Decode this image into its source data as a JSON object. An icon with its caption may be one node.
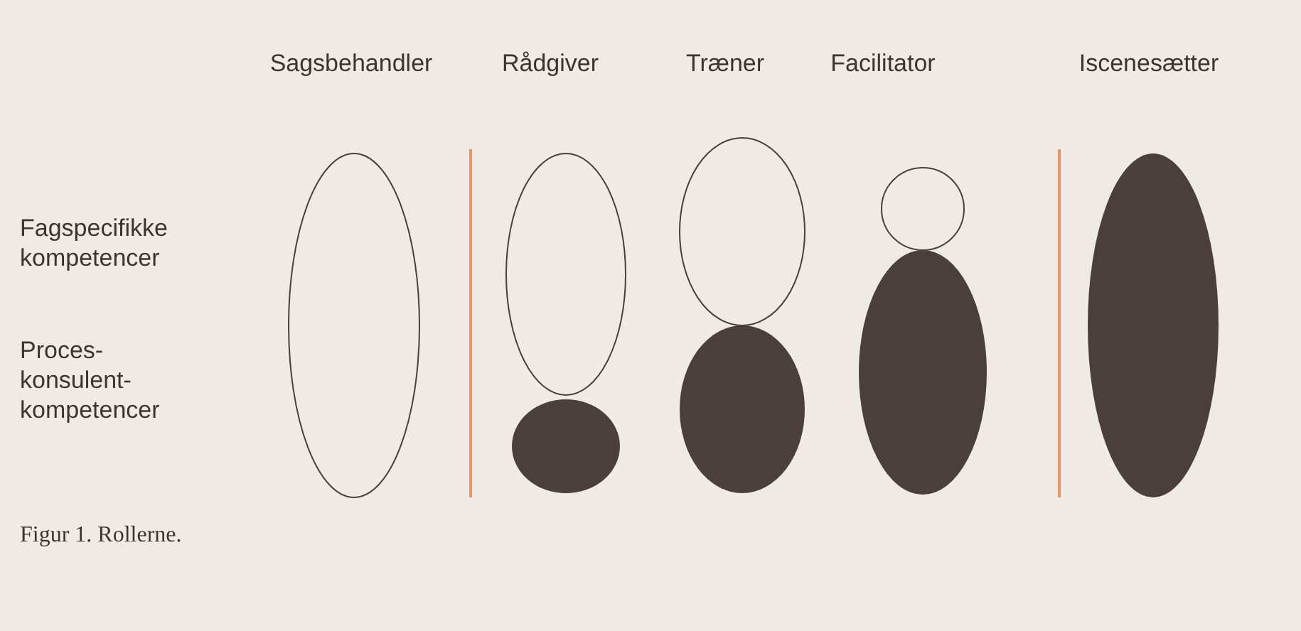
{
  "diagram": {
    "caption": "Figur 1. Rollerne.",
    "labels": [
      "Sagsbehandler",
      "Rådgiver",
      "Træner",
      "Facilitator",
      "Iscenesætter",
      "Fagspecifikke kompetencer",
      "Proces- konsulent- kompetencer"
    ]
  }
}
